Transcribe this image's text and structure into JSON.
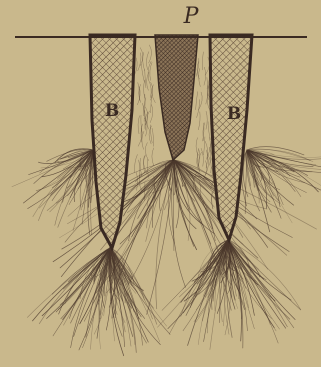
{
  "figure": {
    "top_label": "P",
    "left_label": "B",
    "right_label": "B",
    "colors": {
      "paper": "#c9b88c",
      "ink": "#3a2a22",
      "hatch": "#4b382c"
    }
  }
}
